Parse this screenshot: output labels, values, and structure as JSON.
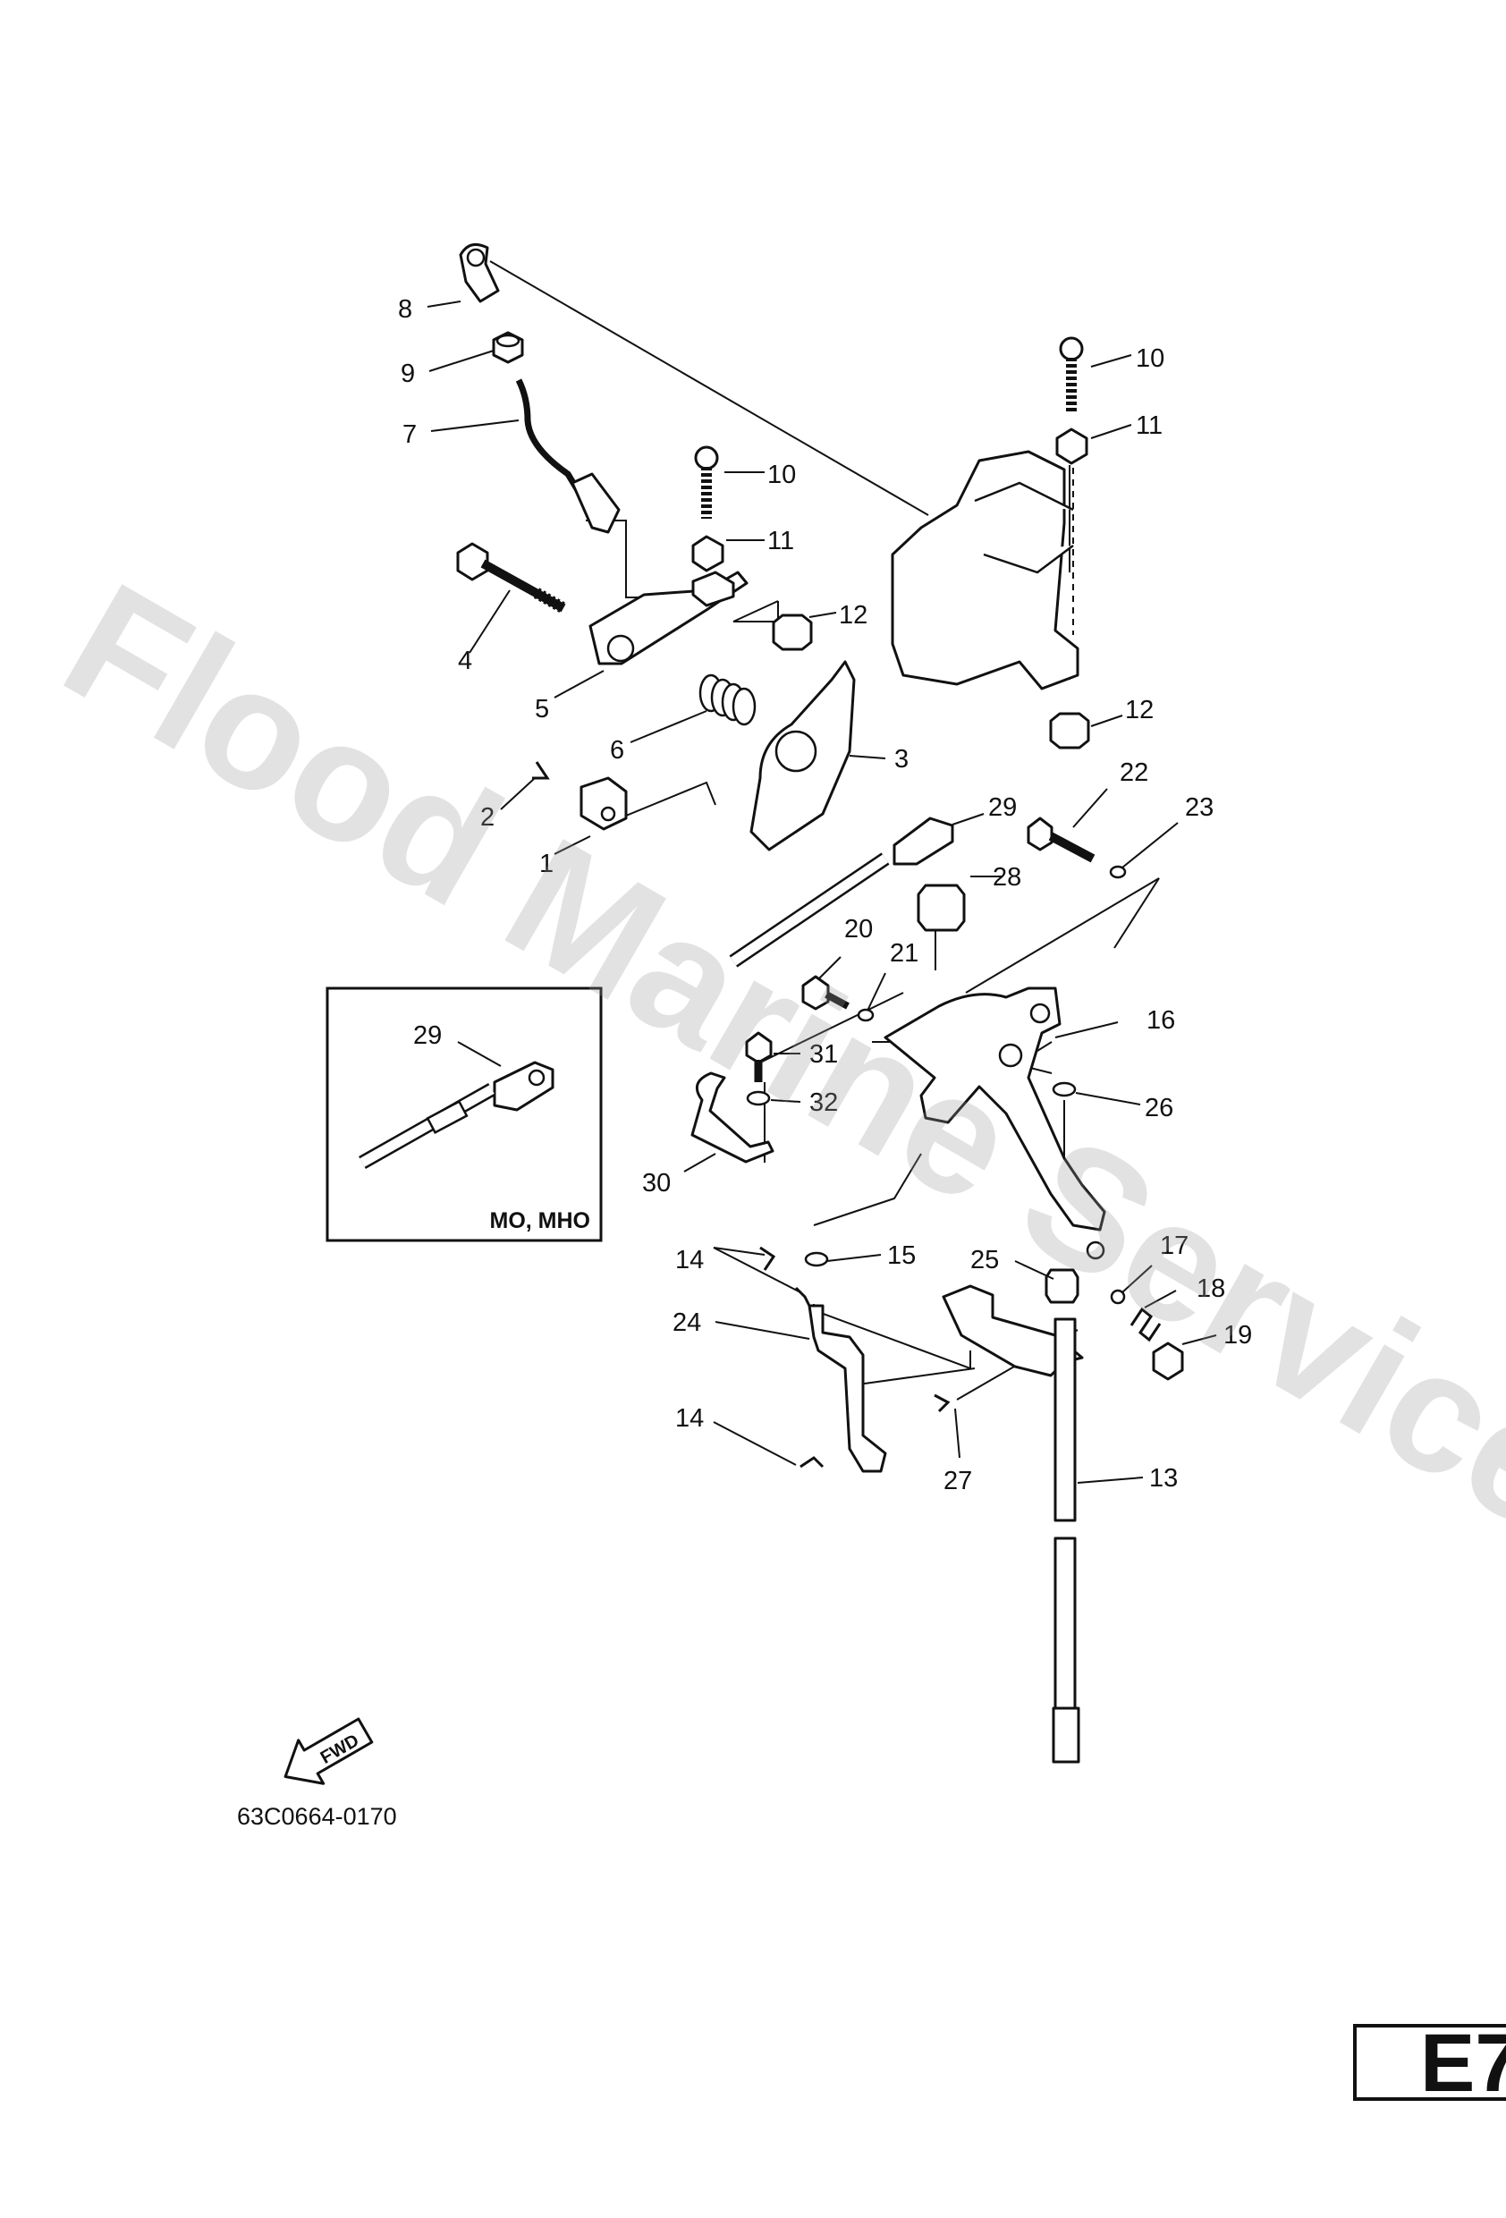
{
  "watermark": "Flood Marine Services",
  "inset_variant": "MO, MHO",
  "fwd_label": "FWD",
  "drawing_code": "63C0664-0170",
  "page_tag": "E7",
  "callouts": [
    {
      "id": "c8",
      "text": "8"
    },
    {
      "id": "c9",
      "text": "9"
    },
    {
      "id": "c7",
      "text": "7"
    },
    {
      "id": "c10a",
      "text": "10"
    },
    {
      "id": "c11a",
      "text": "11"
    },
    {
      "id": "c10b",
      "text": "10"
    },
    {
      "id": "c11b",
      "text": "11"
    },
    {
      "id": "c12a",
      "text": "12"
    },
    {
      "id": "c12b",
      "text": "12"
    },
    {
      "id": "c4",
      "text": "4"
    },
    {
      "id": "c5",
      "text": "5"
    },
    {
      "id": "c6",
      "text": "6"
    },
    {
      "id": "c3",
      "text": "3"
    },
    {
      "id": "c2",
      "text": "2"
    },
    {
      "id": "c1",
      "text": "1"
    },
    {
      "id": "c22",
      "text": "22"
    },
    {
      "id": "c23",
      "text": "23"
    },
    {
      "id": "c29a",
      "text": "29"
    },
    {
      "id": "c28",
      "text": "28"
    },
    {
      "id": "c20",
      "text": "20"
    },
    {
      "id": "c21",
      "text": "21"
    },
    {
      "id": "c16",
      "text": "16"
    },
    {
      "id": "c31",
      "text": "31"
    },
    {
      "id": "c32",
      "text": "32"
    },
    {
      "id": "c26",
      "text": "26"
    },
    {
      "id": "c30",
      "text": "30"
    },
    {
      "id": "c29b",
      "text": "29"
    },
    {
      "id": "c14a",
      "text": "14"
    },
    {
      "id": "c15",
      "text": "15"
    },
    {
      "id": "c25",
      "text": "25"
    },
    {
      "id": "c17",
      "text": "17"
    },
    {
      "id": "c18",
      "text": "18"
    },
    {
      "id": "c24",
      "text": "24"
    },
    {
      "id": "c19",
      "text": "19"
    },
    {
      "id": "c14b",
      "text": "14"
    },
    {
      "id": "c27",
      "text": "27"
    },
    {
      "id": "c13",
      "text": "13"
    }
  ]
}
